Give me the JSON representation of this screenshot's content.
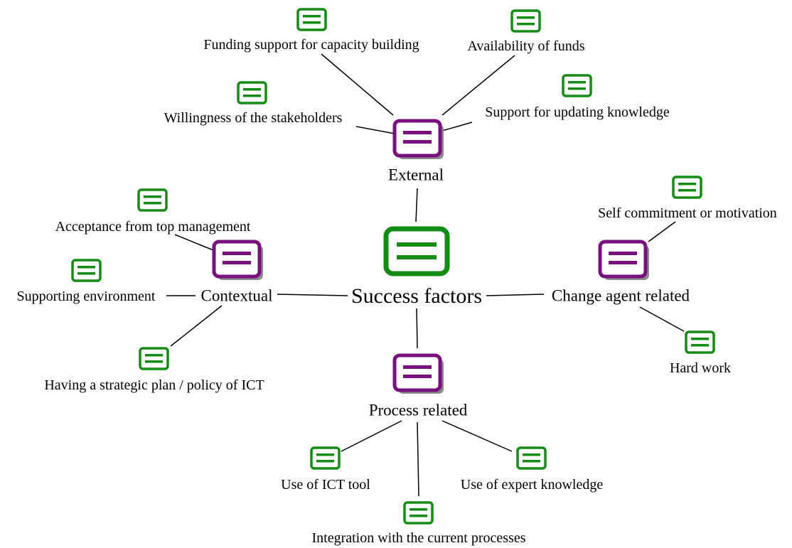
{
  "colors": {
    "root_icon": "#138c13",
    "category_icon": "#7a0f7e",
    "leaf_icon": "#138c13",
    "shadow": "#8c8c8c",
    "line": "#000000",
    "text": "#000000"
  },
  "icon": "document-note-icon",
  "root": {
    "label": "Success factors"
  },
  "categories": [
    {
      "id": "external",
      "label": "External",
      "leaves": [
        "Funding support for capacity building",
        "Availability of funds",
        "Willingness of the stakeholders",
        "Support for updating knowledge"
      ]
    },
    {
      "id": "contextual",
      "label": "Contextual",
      "leaves": [
        "Acceptance from top management",
        "Supporting environment",
        "Having a strategic plan / policy of ICT"
      ]
    },
    {
      "id": "change-agent",
      "label": "Change agent related",
      "leaves": [
        "Self commitment or motivation",
        "Hard work"
      ]
    },
    {
      "id": "process",
      "label": "Process related",
      "leaves": [
        "Use of ICT tool",
        "Integration with the current processes",
        "Use of expert knowledge"
      ]
    }
  ]
}
